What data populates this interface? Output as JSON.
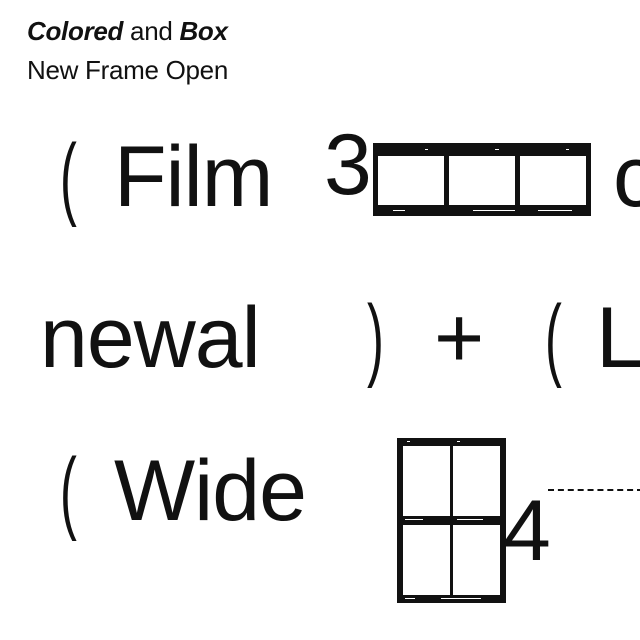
{
  "header": {
    "colored": "Colored",
    "and": " and ",
    "box": "Box",
    "subtitle": "New Frame Open"
  },
  "rows": {
    "r1_open_paren": "(",
    "r1_word": "Film",
    "r1_num": "3",
    "r1_tail": "c",
    "r2_word": "newal",
    "r2_close_paren": ")",
    "r2_plus": "+",
    "r2_open_paren": "(",
    "r2_tail": "L",
    "r3_open_paren": "(",
    "r3_word": "Wide",
    "r3_num": "4"
  },
  "colors": {
    "ink": "#111111",
    "background": "#ffffff"
  }
}
